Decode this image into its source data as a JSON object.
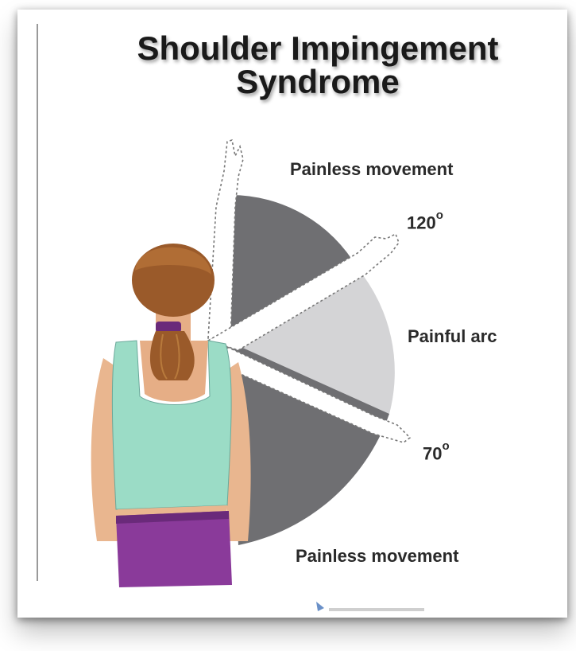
{
  "title_line1": "Shoulder Impingement",
  "title_line2": "Syndrome",
  "label_top": "Painless movement",
  "angle_upper": "120",
  "label_middle": "Painful arc",
  "angle_lower": "70",
  "label_bottom": "Painless movement",
  "degree_symbol": "o",
  "colors": {
    "painless_zone": "#6f6f72",
    "painful_zone": "#d4d4d6",
    "tank_top": "#9bdcc6",
    "shorts": "#8a3a9a",
    "hair": "#9a5a2a",
    "skin": "#e9b68f"
  }
}
